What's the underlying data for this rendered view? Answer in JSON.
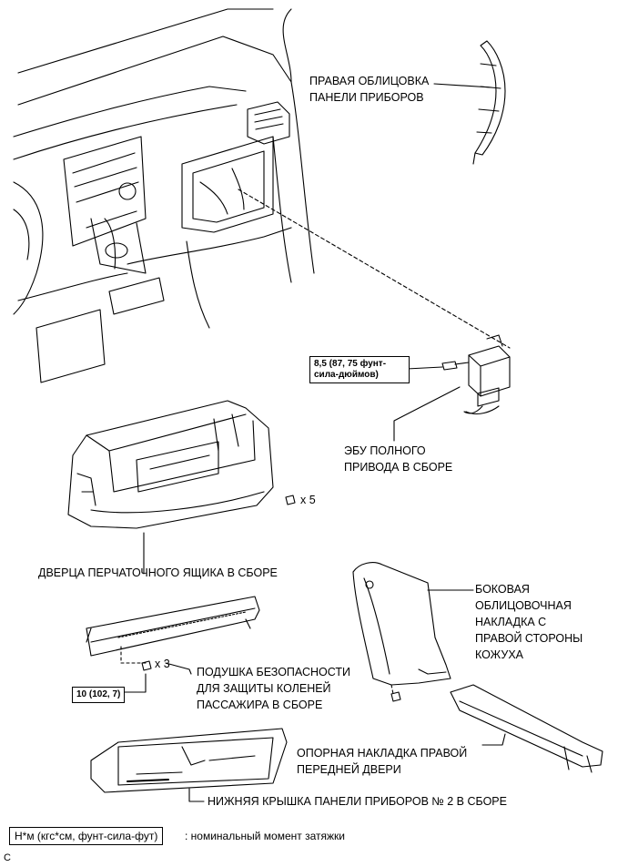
{
  "labels": {
    "right_trim": "ПРАВАЯ ОБЛИЦОВКА\nПАНЕЛИ ПРИБОРОВ",
    "ecu": "ЭБУ ПОЛНОГО\nПРИВОДА В СБОРЕ",
    "glovebox": "ДВЕРЦА ПЕРЧАТОЧНОГО ЯЩИКА В СБОРЕ",
    "side_panel": "БОКОВАЯ\nОБЛИЦОВОЧНАЯ\nНАКЛАДКА С\nПРАВОЙ СТОРОНЫ\nКОЖУХА",
    "knee_airbag": "ПОДУШКА БЕЗОПАСНОСТИ\nДЛЯ ЗАЩИТЫ КОЛЕНЕЙ\nПАССАЖИРА В СБОРЕ",
    "scuff_plate": "ОПОРНАЯ НАКЛАДКА ПРАВОЙ\nПЕРЕДНЕЙ ДВЕРИ",
    "lower_cover": "НИЖНЯЯ КРЫШКА ПАНЕЛИ ПРИБОРОВ № 2 В СБОРЕ"
  },
  "torques": {
    "ecu_bolt": "8,5 (87, 75 фунт-\nсила-дюймов)",
    "airbag_bolt": "10 (102, 7)"
  },
  "multipliers": {
    "glovebox_screws": "x 5",
    "airbag_bolts": "x 3"
  },
  "legend": {
    "unit": "Н*м (кгс*см, фунт-сила-фут)",
    "text": ": номинальный момент затяжки"
  },
  "corner_mark": "C"
}
